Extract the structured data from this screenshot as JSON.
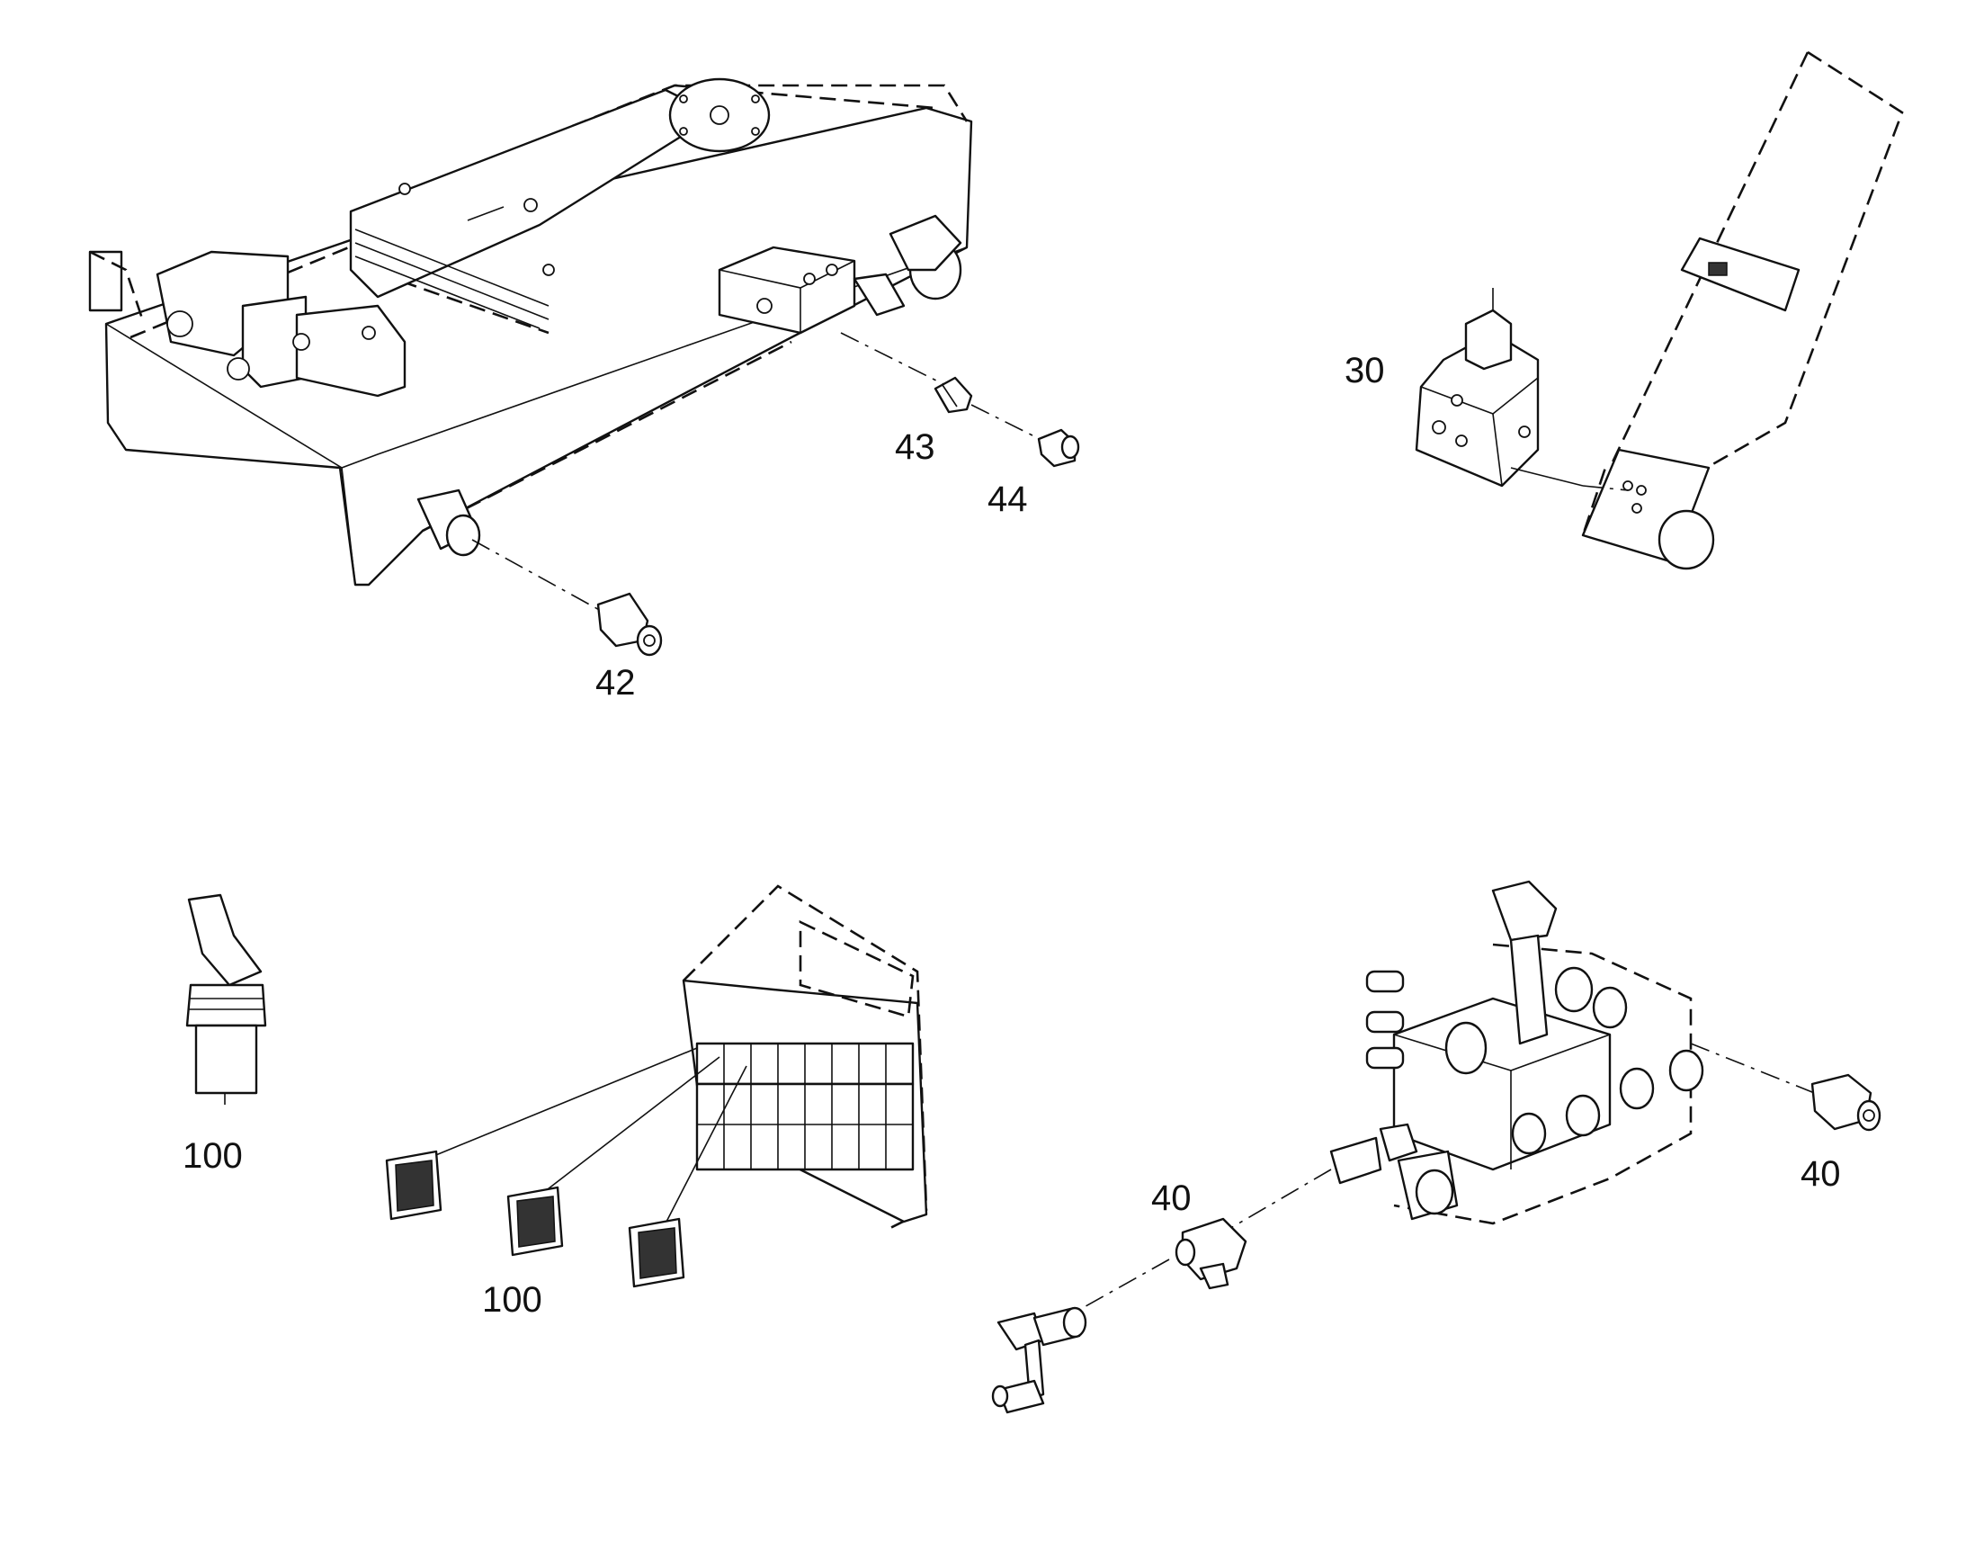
{
  "callouts": {
    "c30": "30",
    "c40a": "40",
    "c40b": "40",
    "c42": "42",
    "c43": "43",
    "c44": "44",
    "c100a": "100",
    "c100b": "100"
  },
  "colors": {
    "line": "#111111",
    "background": "#ffffff"
  }
}
